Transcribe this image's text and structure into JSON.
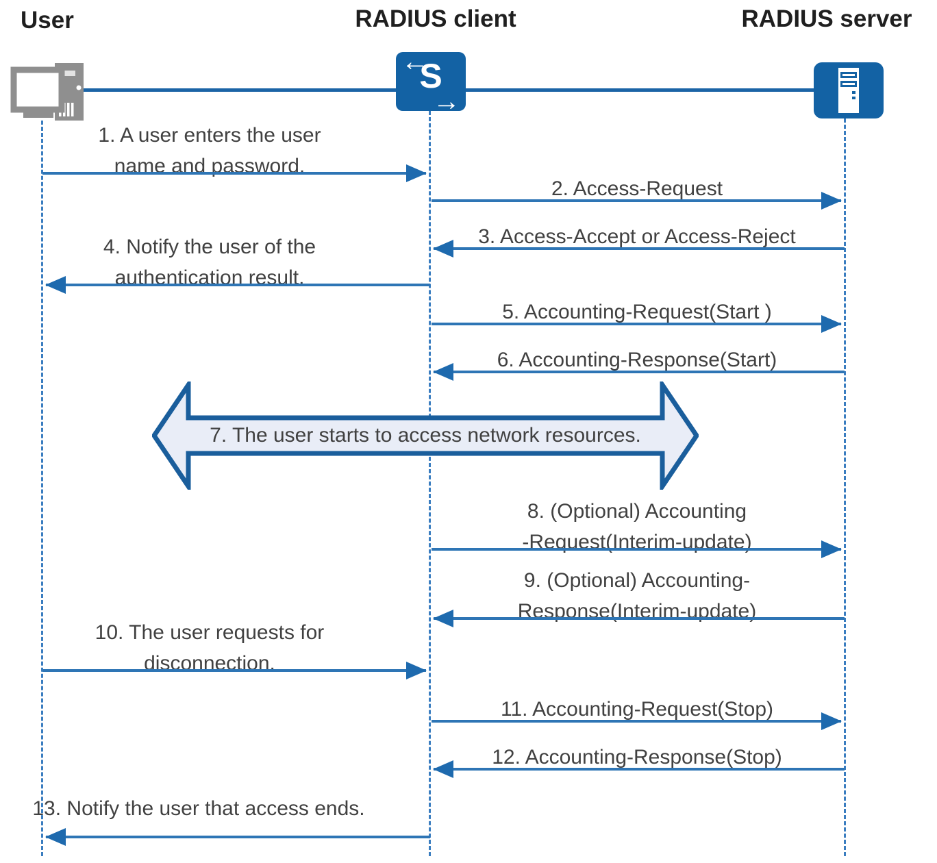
{
  "diagram_title": "RADIUS authentication and accounting message exchange",
  "colors": {
    "icon_blue": "#1362A4",
    "arrow_line_blue": "#2E75B5",
    "arrowhead_blue": "#1E6AAE",
    "banner_fill": "#E9EDF7",
    "banner_border": "#1A5E9C",
    "message_text": "#414141",
    "heading_text": "#1F1F1F",
    "device_gray": "#8F8F8F"
  },
  "actors": [
    {
      "label": "User",
      "icon": "computer-icon"
    },
    {
      "label": "RADIUS client",
      "icon": "switch-icon",
      "icon_letter": "S",
      "icon_arrows": {
        "top_left": "←",
        "bottom_right": "→"
      }
    },
    {
      "label": "RADIUS server",
      "icon": "server-icon"
    }
  ],
  "messages": [
    {
      "num": 1,
      "from": "User",
      "to": "RADIUS client",
      "direction": "right",
      "lines": [
        "1. A user enters the user",
        "name and password."
      ]
    },
    {
      "num": 2,
      "from": "RADIUS client",
      "to": "RADIUS server",
      "direction": "right",
      "lines": [
        "2. Access-Request"
      ]
    },
    {
      "num": 3,
      "from": "RADIUS server",
      "to": "RADIUS client",
      "direction": "left",
      "lines": [
        "3. Access-Accept or Access-Reject"
      ]
    },
    {
      "num": 4,
      "from": "RADIUS client",
      "to": "User",
      "direction": "left",
      "lines": [
        "4. Notify the user of the",
        "authentication result."
      ]
    },
    {
      "num": 5,
      "from": "RADIUS client",
      "to": "RADIUS server",
      "direction": "right",
      "lines": [
        "5. Accounting-Request(Start )"
      ]
    },
    {
      "num": 6,
      "from": "RADIUS server",
      "to": "RADIUS client",
      "direction": "left",
      "lines": [
        "6. Accounting-Response(Start)"
      ]
    },
    {
      "num": 7,
      "from": "User",
      "to": "RADIUS server",
      "direction": "both",
      "type": "banner",
      "lines": [
        "7. The user starts to access network resources."
      ]
    },
    {
      "num": 8,
      "from": "RADIUS client",
      "to": "RADIUS server",
      "direction": "right",
      "lines": [
        "8. (Optional) Accounting",
        "-Request(Interim-update)"
      ]
    },
    {
      "num": 9,
      "from": "RADIUS server",
      "to": "RADIUS client",
      "direction": "left",
      "lines": [
        "9. (Optional) Accounting-",
        "Response(Interim-update)"
      ]
    },
    {
      "num": 10,
      "from": "User",
      "to": "RADIUS client",
      "direction": "right",
      "lines": [
        "10. The user requests for",
        "disconnection."
      ]
    },
    {
      "num": 11,
      "from": "RADIUS client",
      "to": "RADIUS server",
      "direction": "right",
      "lines": [
        "11. Accounting-Request(Stop)"
      ]
    },
    {
      "num": 12,
      "from": "RADIUS server",
      "to": "RADIUS client",
      "direction": "left",
      "lines": [
        "12. Accounting-Response(Stop)"
      ]
    },
    {
      "num": 13,
      "from": "RADIUS client",
      "to": "User",
      "direction": "left",
      "lines": [
        "13. Notify the user that access ends."
      ]
    }
  ]
}
